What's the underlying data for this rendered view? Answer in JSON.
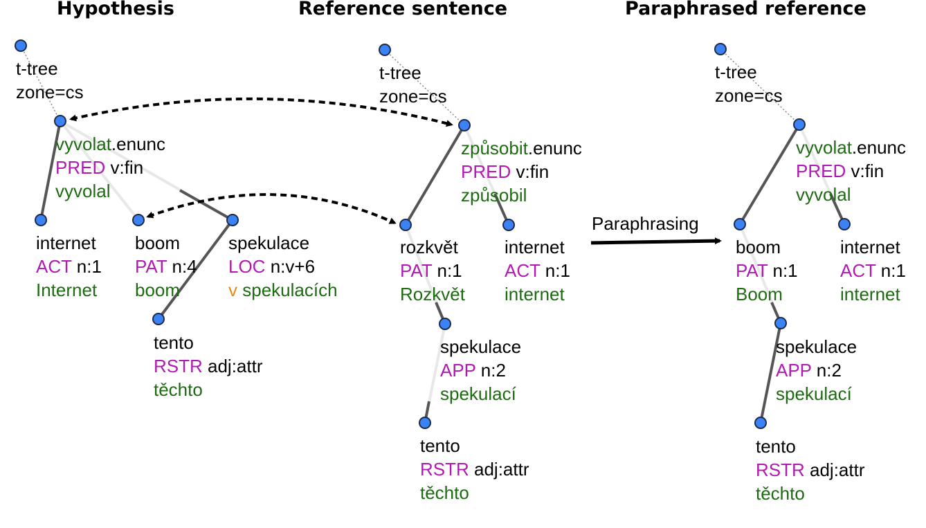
{
  "headings": {
    "hypothesis": "Hypothesis",
    "reference": "Reference sentence",
    "paraphrased": "Paraphrased reference"
  },
  "arrow_label": "Paraphrasing",
  "colors": {
    "lemma": "#1d6b10",
    "functor": "#b218b4",
    "preposition": "#e88a0f",
    "node_fill": "#3b82f6",
    "edge": "#555555"
  },
  "hypothesis": {
    "root": {
      "line1": "t-tree",
      "line2": "zone=cs"
    },
    "vyvolat": {
      "lemma": "vyvolat",
      "suffix": ".enunc",
      "functor": "PRED",
      "formeme": "v:fin",
      "form": "vyvolal"
    },
    "internet": {
      "lemma": "internet",
      "functor": "ACT",
      "formeme": "n:1",
      "form": "Internet"
    },
    "boom": {
      "lemma": "boom",
      "functor": "PAT",
      "formeme": "n:4",
      "form": "boom"
    },
    "spekulace": {
      "lemma": "spekulace",
      "functor": "LOC",
      "formeme": "n:v+6",
      "prep": "v",
      "form": "spekulacích"
    },
    "tento": {
      "lemma": "tento",
      "functor": "RSTR",
      "formeme": "adj:attr",
      "form": "těchto"
    }
  },
  "reference": {
    "root": {
      "line1": "t-tree",
      "line2": "zone=cs"
    },
    "zpusobit": {
      "lemma": "způsobit",
      "suffix": ".enunc",
      "functor": "PRED",
      "formeme": "v:fin",
      "form": "způsobil"
    },
    "rozkvet": {
      "lemma": "rozkvět",
      "functor": "PAT",
      "formeme": "n:1",
      "form": "Rozkvět"
    },
    "internet": {
      "lemma": "internet",
      "functor": "ACT",
      "formeme": "n:1",
      "form": "internet"
    },
    "spekulace": {
      "lemma": "spekulace",
      "functor": "APP",
      "formeme": "n:2",
      "form": "spekulací"
    },
    "tento": {
      "lemma": "tento",
      "functor": "RSTR",
      "formeme": "adj:attr",
      "form": "těchto"
    }
  },
  "paraphrased": {
    "root": {
      "line1": "t-tree",
      "line2": "zone=cs"
    },
    "vyvolat": {
      "lemma": "vyvolat",
      "suffix": ".enunc",
      "functor": "PRED",
      "formeme": "v:fin",
      "form": "vyvolal"
    },
    "boom": {
      "lemma": "boom",
      "functor": "PAT",
      "formeme": "n:1",
      "form": "Boom"
    },
    "internet": {
      "lemma": "internet",
      "functor": "ACT",
      "formeme": "n:1",
      "form": "internet"
    },
    "spekulace": {
      "lemma": "spekulace",
      "functor": "APP",
      "formeme": "n:2",
      "form": "spekulací"
    },
    "tento": {
      "lemma": "tento",
      "functor": "RSTR",
      "formeme": "adj:attr",
      "form": "těchto"
    }
  }
}
